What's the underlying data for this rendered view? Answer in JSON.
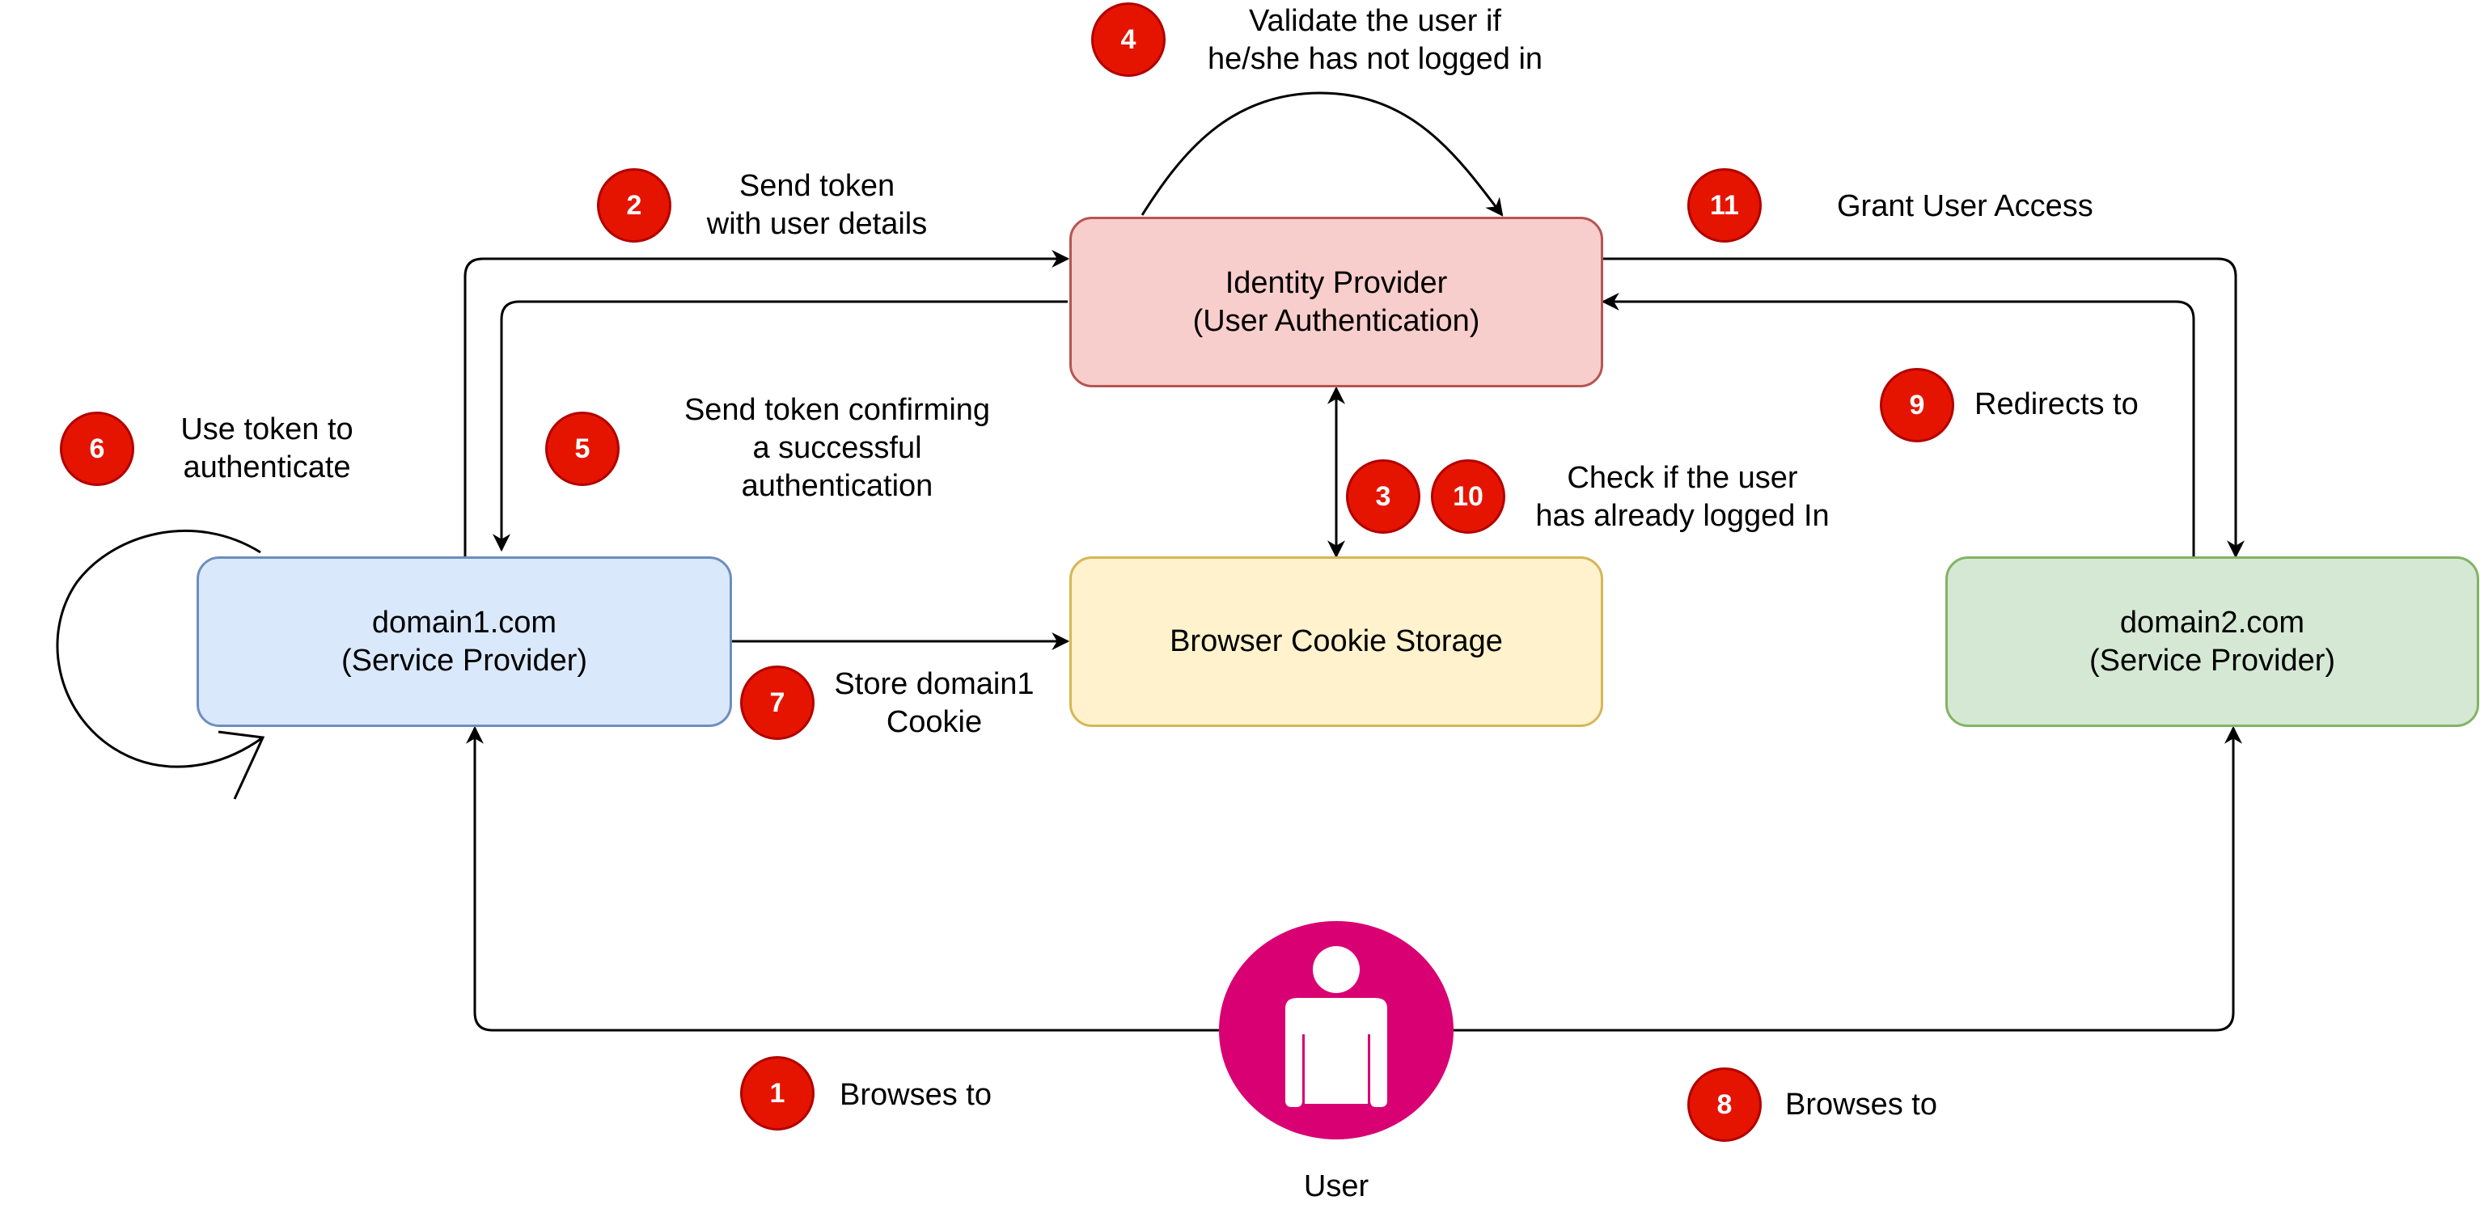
{
  "colors": {
    "idp_fill": "#f8cecc",
    "idp_stroke": "#b85450",
    "sp1_fill": "#dae8fc",
    "sp1_stroke": "#6c8ebf",
    "cookie_fill": "#fff2cc",
    "cookie_stroke": "#d6b656",
    "sp2_fill": "#d5e8d4",
    "sp2_stroke": "#82b366",
    "badge": "#e51400",
    "user_icon": "#d80073"
  },
  "nodes": {
    "idp": {
      "line1": "Identity Provider",
      "line2": "(User Authentication)"
    },
    "sp1": {
      "line1": "domain1.com",
      "line2": "(Service Provider)"
    },
    "cookie": {
      "line1": "Browser Cookie Storage"
    },
    "sp2": {
      "line1": "domain2.com",
      "line2": "(Service Provider)"
    },
    "user": {
      "label": "User",
      "icon": "user-icon"
    }
  },
  "steps": [
    {
      "num": "1",
      "lines": [
        "Browses to"
      ]
    },
    {
      "num": "2",
      "lines": [
        "Send token",
        "with user details"
      ]
    },
    {
      "num": "3",
      "lines": []
    },
    {
      "num": "4",
      "lines": [
        "Validate the user if",
        "he/she has not logged in"
      ]
    },
    {
      "num": "5",
      "lines": [
        "Send token confirming",
        "a successful",
        "authentication"
      ]
    },
    {
      "num": "6",
      "lines": [
        "Use token to",
        "authenticate"
      ]
    },
    {
      "num": "7",
      "lines": [
        "Store domain1",
        "Cookie"
      ]
    },
    {
      "num": "8",
      "lines": [
        "Browses to"
      ]
    },
    {
      "num": "9",
      "lines": [
        "Redirects to"
      ]
    },
    {
      "num": "10",
      "lines": [
        "Check if the user",
        "has already logged In"
      ]
    },
    {
      "num": "11",
      "lines": [
        "Grant User Access"
      ]
    }
  ]
}
